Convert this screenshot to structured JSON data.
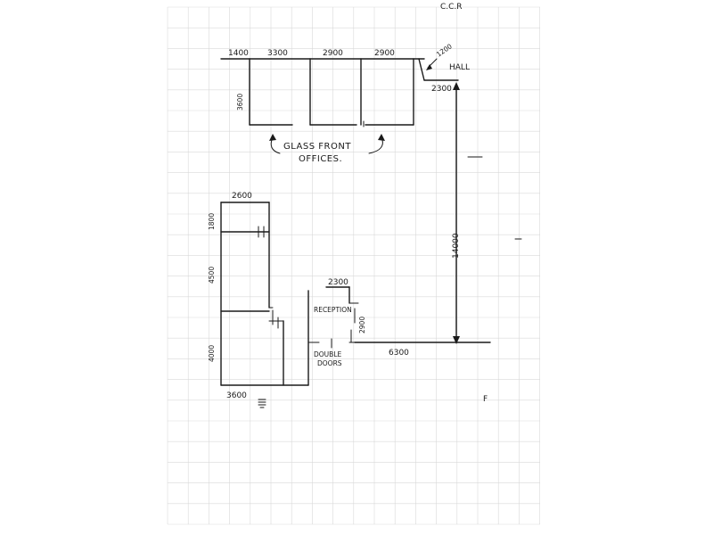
{
  "colors": {
    "paper": "#ffffff",
    "grid": "#d9d9d9",
    "ink": "#1a1a1a"
  },
  "plan": {
    "top_dims": [
      "1400",
      "3300",
      "2900",
      "2900",
      "1200"
    ],
    "hall_label": "HALL",
    "hall_dim": "2300",
    "office_height": "3600",
    "offices_label_line1": "GLASS FRONT",
    "offices_label_line2": "OFFICES.",
    "right_wall": "14000",
    "left_room_width": "2600",
    "left_dims": [
      "1800",
      "4500",
      "4000"
    ],
    "bottom_left_dim": "3600",
    "reception_width": "2300",
    "reception_label": "RECEPTION",
    "reception_height": "2900",
    "bottom_right_dim": "6300",
    "double_doors_line1": "DOUBLE",
    "double_doors_line2": "DOORS",
    "corner_mark_top": "C.C.R",
    "side_mark_right": "F"
  }
}
